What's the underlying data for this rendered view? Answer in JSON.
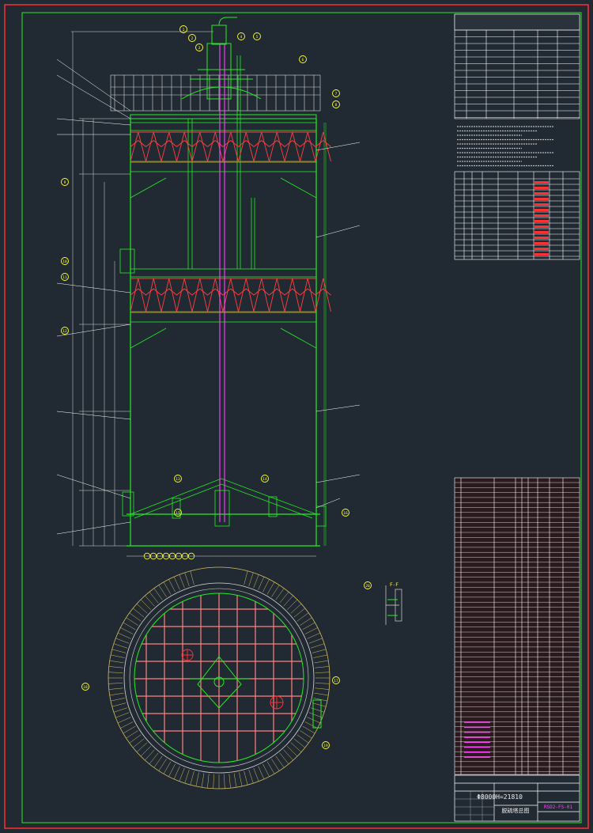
{
  "title_block": {
    "main_title": "Φ8000H=21810",
    "subtitle": "脱硫塔总图",
    "drawing_no": "RSD2-FS-01"
  },
  "section_label": "F-F",
  "colors": {
    "background": "#212a32",
    "frame_outer": "#ff3030",
    "frame_inner": "#22ee22",
    "vessel": "#22ee22",
    "dimension": "#d8d8d8",
    "truss": "#ff4040",
    "center_pipe": "#ff44ff",
    "balloon": "#ffff30",
    "table_text": "#f0f0f0",
    "table_grid": "#ffffff",
    "hatch_ring": "#d6c060"
  },
  "balloon_labels": [
    "1",
    "2",
    "3",
    "4",
    "5",
    "6",
    "7",
    "8",
    "9",
    "10",
    "11",
    "12",
    "13",
    "14",
    "15",
    "16",
    "17",
    "18",
    "19",
    "20"
  ]
}
